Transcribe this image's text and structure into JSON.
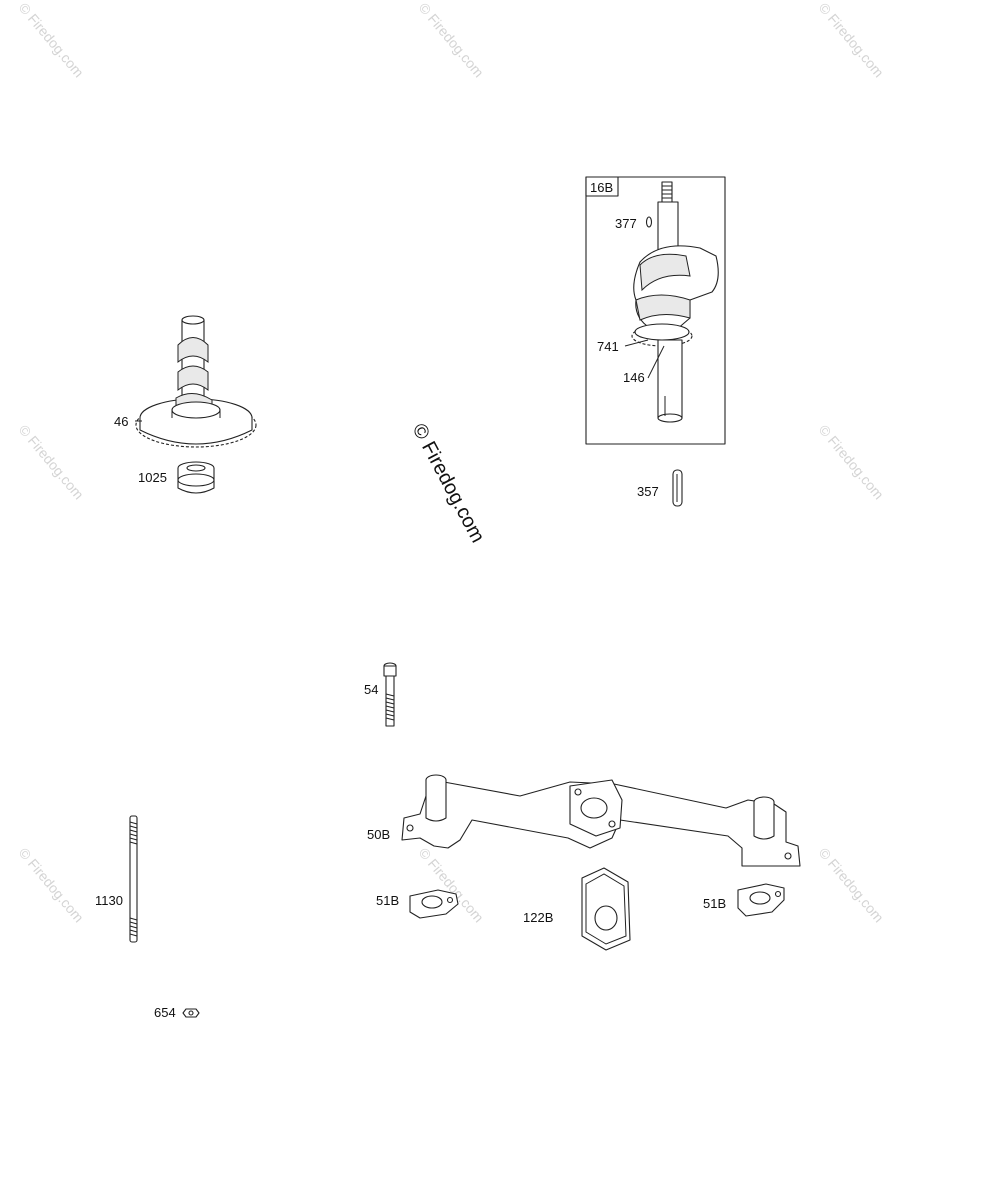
{
  "watermark": {
    "text": "© Firedog.com",
    "center_text": "© Firedog.com"
  },
  "parts": {
    "p46": "46",
    "p1025": "1025",
    "p16B": "16B",
    "p377": "377",
    "p741": "741",
    "p146": "146",
    "p357": "357",
    "p54": "54",
    "p50B": "50B",
    "p51B_left": "51B",
    "p122B": "122B",
    "p51B_right": "51B",
    "p1130": "1130",
    "p654": "654"
  }
}
